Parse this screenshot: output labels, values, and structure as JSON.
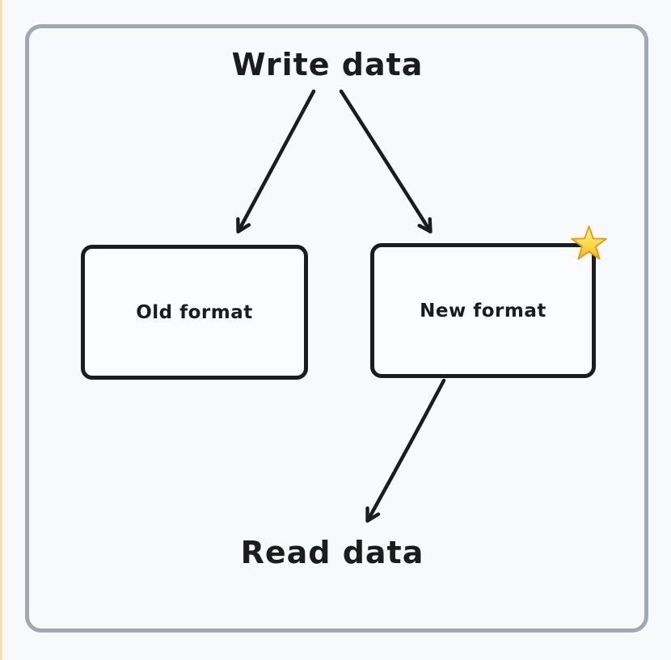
{
  "colors": {
    "page_background": "#f8f9fb",
    "page_edge_strip": "#f3e0b5",
    "frame_border": "#a1a8b1",
    "ink": "#1c1c1c",
    "node_fill": "#fbfcfd",
    "star_gradient_top": "#fff3a6",
    "star_gradient_bottom": "#f7b718",
    "star_outline": "#e39c0f"
  },
  "diagram": {
    "top_label": "Write data",
    "bottom_label": "Read data",
    "nodes": [
      {
        "label": "Old format"
      },
      {
        "label": "New format",
        "badge_icon": "star-emoji"
      }
    ],
    "connections": [
      {
        "from": "Write data",
        "to": "Old format"
      },
      {
        "from": "Write data",
        "to": "New format"
      },
      {
        "from": "New format",
        "to": "Read data"
      }
    ]
  }
}
